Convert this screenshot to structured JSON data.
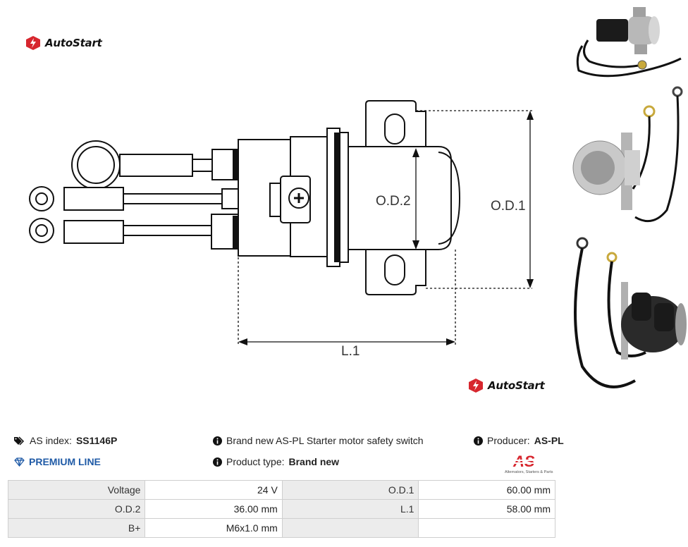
{
  "brand": {
    "logo_text": "AutoStart",
    "accent": "#d7262e"
  },
  "diagram": {
    "labels": {
      "od2": "O.D.2",
      "od1": "O.D.1",
      "l1": "L.1"
    }
  },
  "thumbnails": [
    {
      "name": "photo-side-view"
    },
    {
      "name": "photo-front-view"
    },
    {
      "name": "photo-back-view"
    }
  ],
  "info": {
    "index_label": "AS index:",
    "index_value": "SS1146P",
    "premium": "PREMIUM LINE",
    "description": "Brand new AS-PL Starter motor safety switch",
    "product_type_label": "Product type:",
    "product_type_value": "Brand new",
    "producer_label": "Producer:",
    "producer_value": "AS-PL",
    "producer_logo": "AS",
    "producer_tagline": "Alternators, Starters & Parts"
  },
  "specs": [
    [
      "Voltage",
      "24 V",
      "O.D.1",
      "60.00 mm"
    ],
    [
      "O.D.2",
      "36.00 mm",
      "L.1",
      "58.00 mm"
    ],
    [
      "B+",
      "M6x1.0 mm",
      "",
      ""
    ]
  ]
}
